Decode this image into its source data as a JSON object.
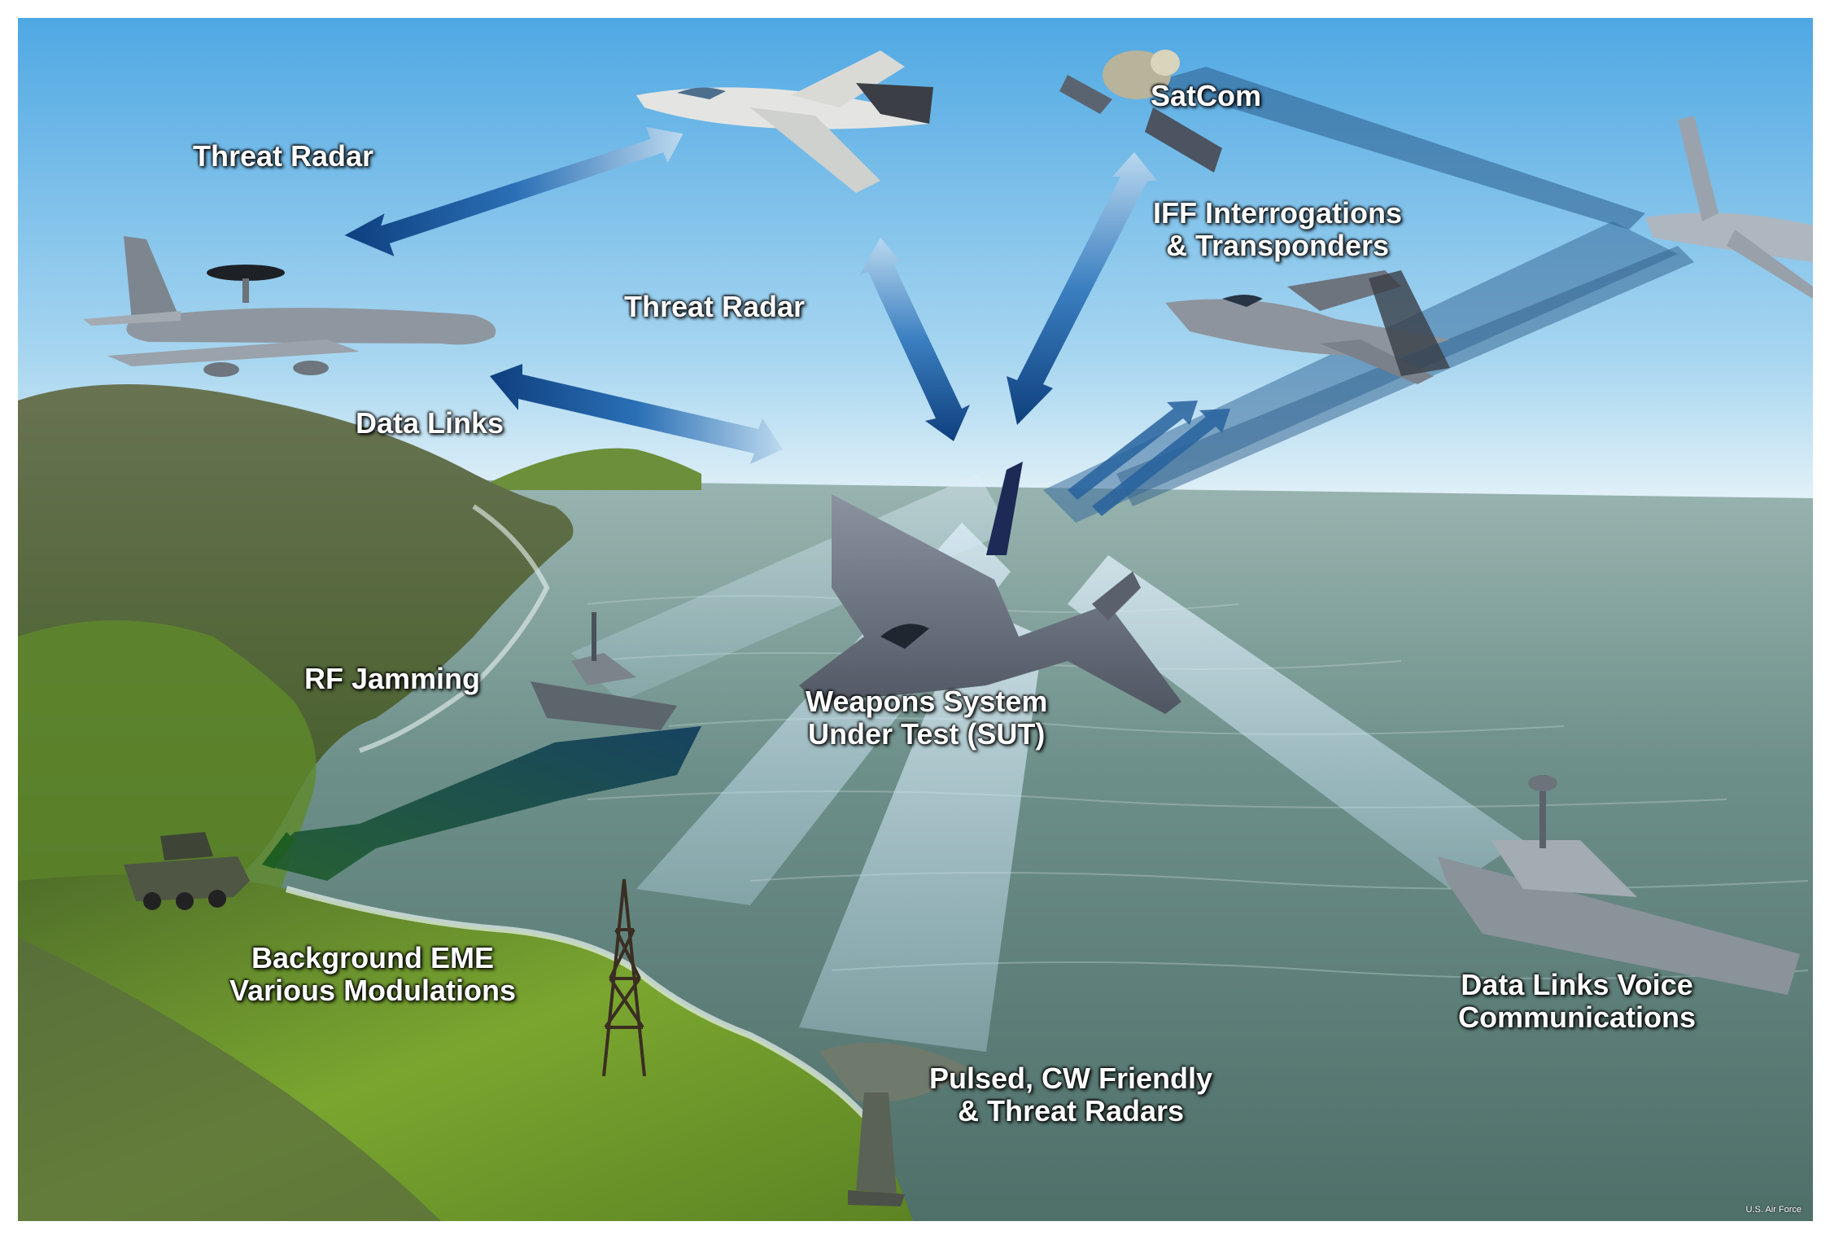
{
  "labels": {
    "threat_radar_top": "Threat Radar",
    "threat_radar_mid": "Threat Radar",
    "satcom": "SatCom",
    "iff_line1": "IFF Interrogations",
    "iff_line2": "& Transponders",
    "data_links": "Data Links",
    "rf_jamming": "RF Jamming",
    "sut_line1": "Weapons System",
    "sut_line2": "Under Test (SUT)",
    "background_line1": "Background EME",
    "background_line2": "Various Modulations",
    "voice_line1": "Data Links Voice",
    "voice_line2": "Communications",
    "pulsed_line1": "Pulsed, CW Friendly",
    "pulsed_line2": "& Threat Radars"
  },
  "credit": "U.S. Air Force",
  "colors": {
    "sky_top": "#5fb1e6",
    "sky_bottom": "#d8eef8",
    "sea": "#5f7f78",
    "land": "#6e9a2c",
    "arrow_dark": "#17508f",
    "arrow_light": "#a9cce8",
    "beam": "#cfe6f5"
  }
}
